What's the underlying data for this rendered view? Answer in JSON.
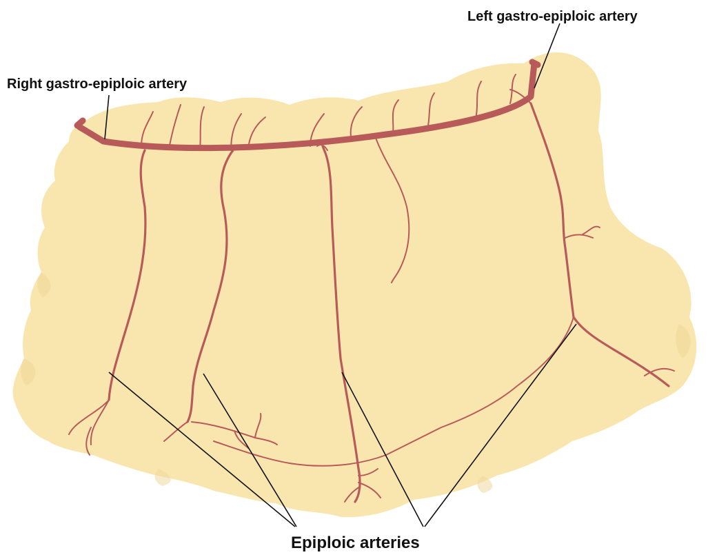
{
  "labels": {
    "right_gastroepiploic": "Right gastro-epiploic artery",
    "left_gastroepiploic": "Left gastro-epiploic artery",
    "epiploic_arteries": "Epiploic arteries"
  },
  "colors": {
    "omentum_fill": "#f8e6ae",
    "omentum_shade": "#f0d697",
    "artery": "#b85a5a",
    "text": "#111111",
    "background": "#ffffff"
  }
}
